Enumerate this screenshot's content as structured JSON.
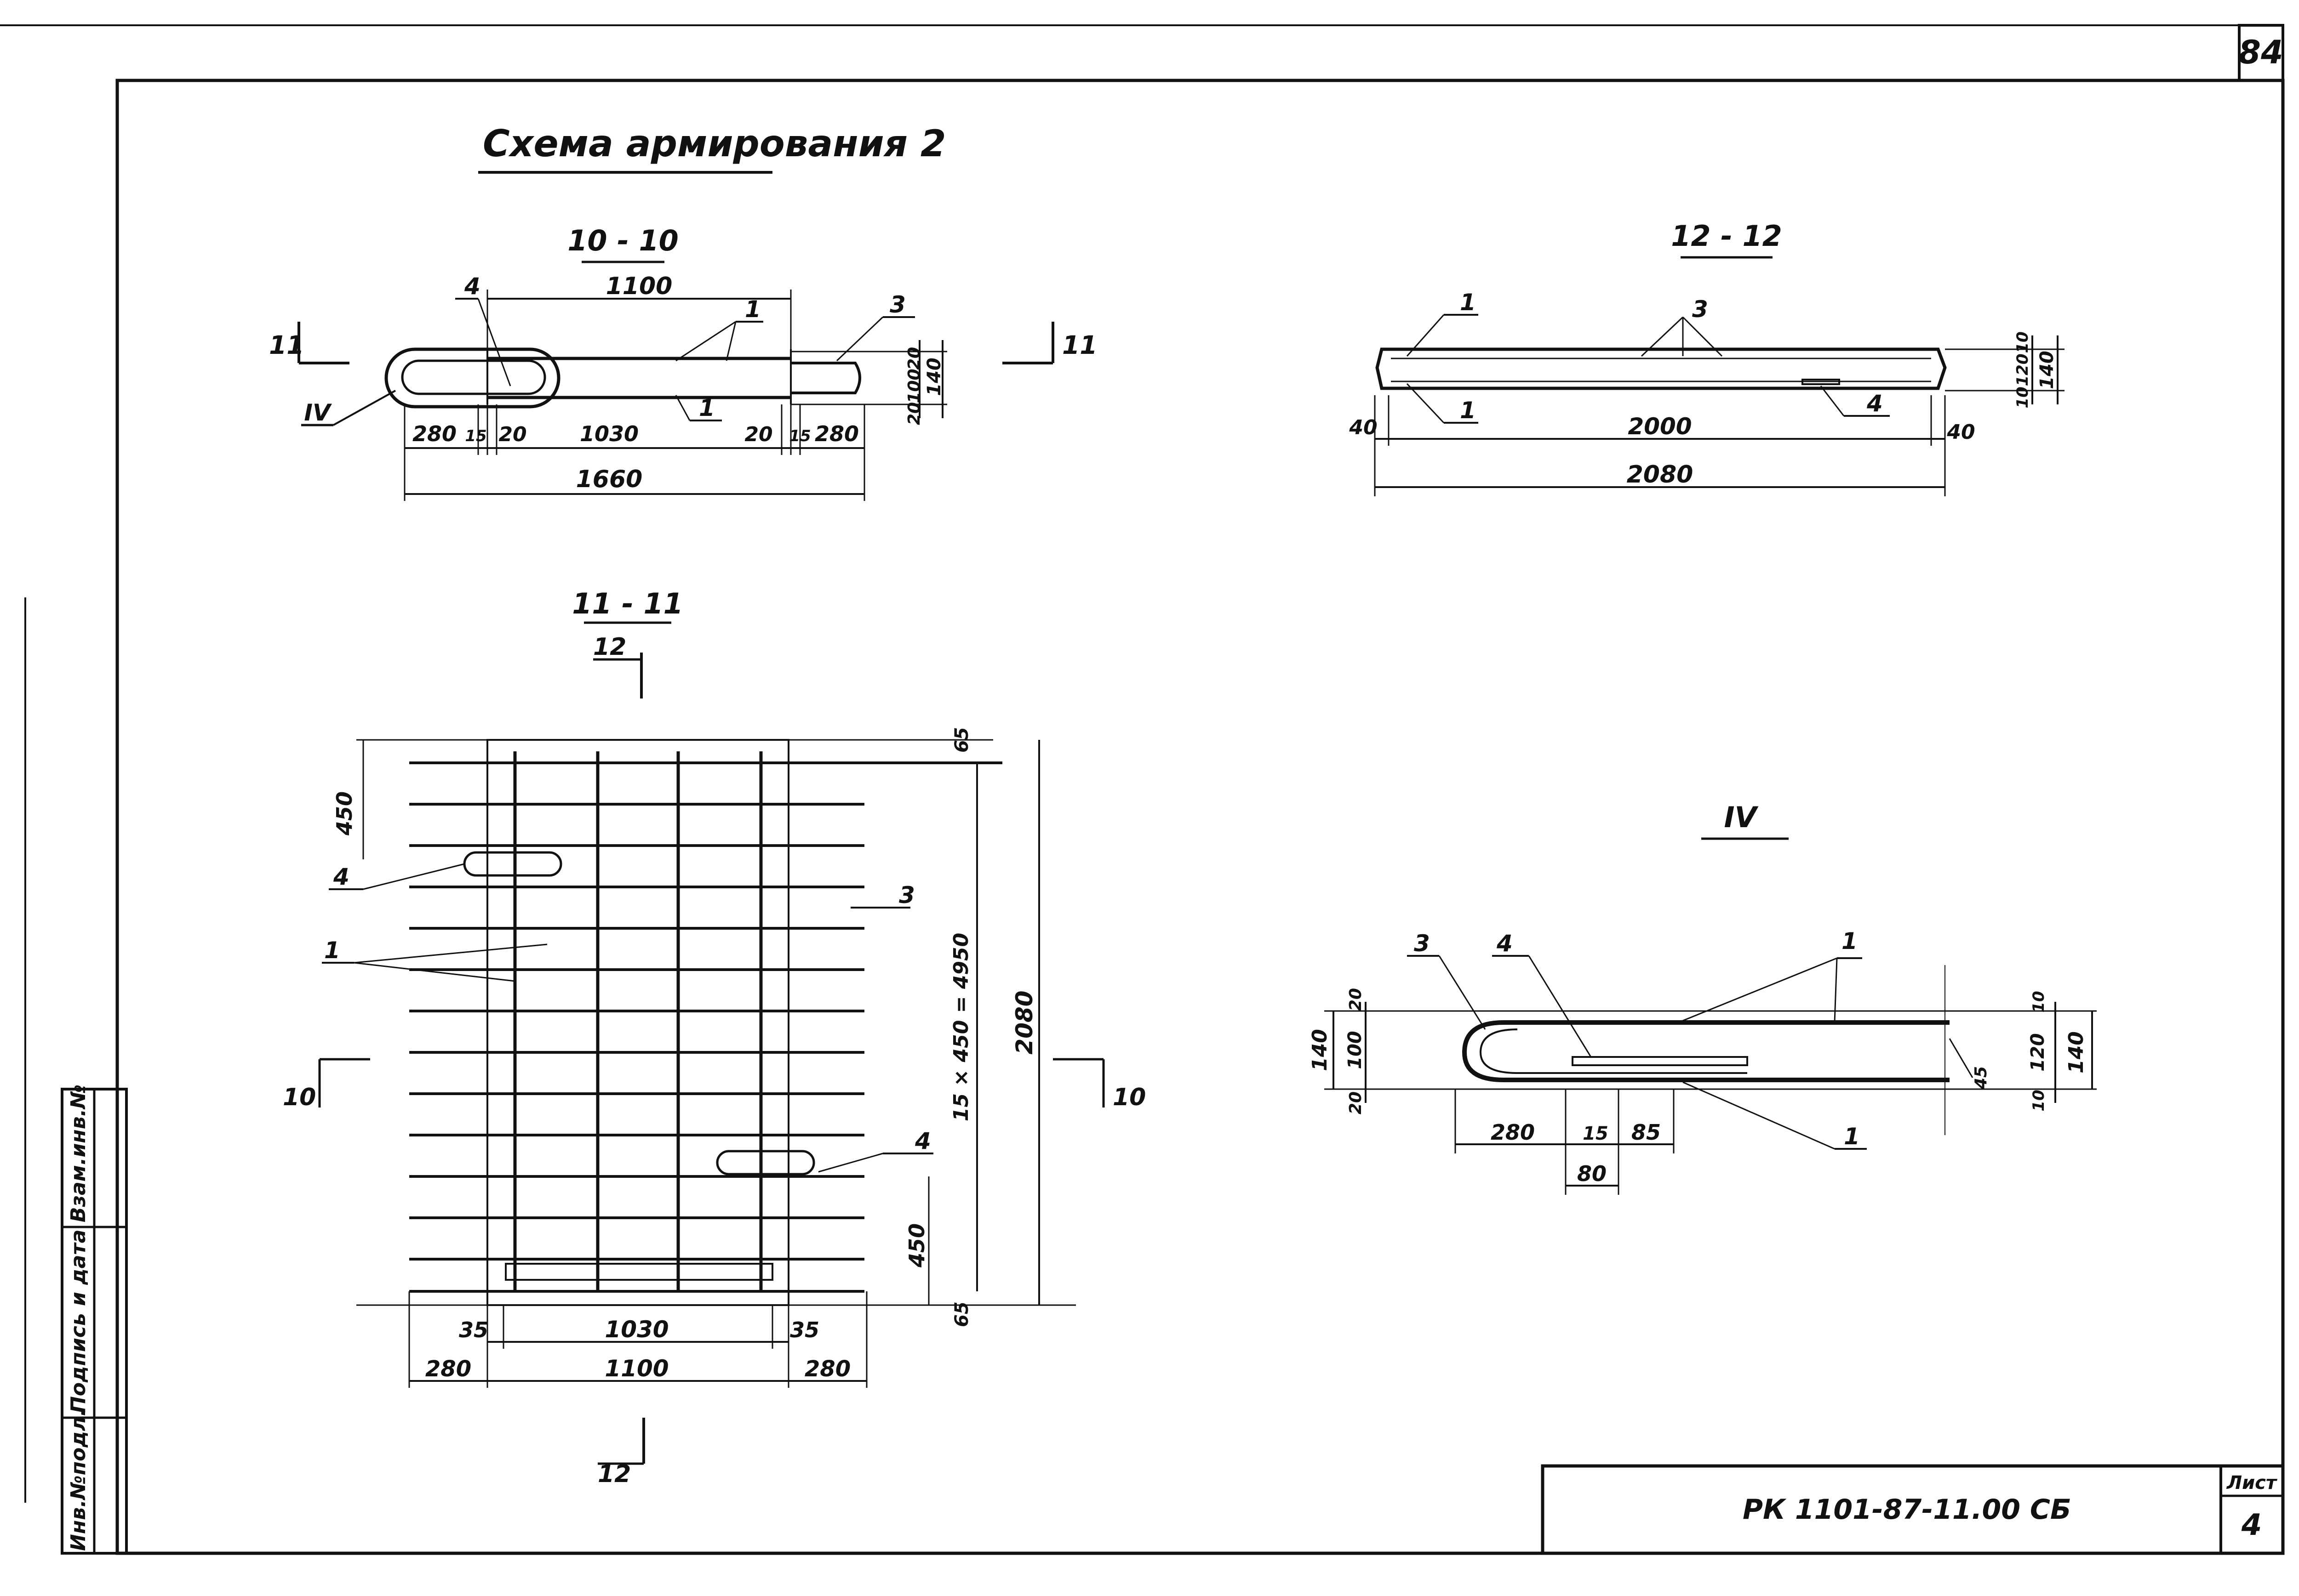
{
  "sheet": {
    "number": "84",
    "title": "Схема армирования 2",
    "document_code": "РК 1101-87-11.00 СБ",
    "sheet_label": "Лист",
    "sheet_value": "4",
    "side_stamp": {
      "inv_no": "Инв.№подл.",
      "signature_date": "Подпись и дата",
      "replaces_inv": "Взам.инв.№"
    }
  },
  "section_10": {
    "title": "10 - 10",
    "cut_mark": "11",
    "detail_ref": "IV",
    "dims": {
      "top": "1100",
      "bottom_parts": [
        "280",
        "15",
        "20",
        "1030",
        "20",
        "15",
        "280"
      ],
      "bottom_total": "1660",
      "right_small": [
        "20",
        "100",
        "20"
      ],
      "right_total": "140"
    },
    "callouts": [
      "4",
      "1",
      "3",
      "1"
    ]
  },
  "section_12": {
    "title": "12 - 12",
    "callouts": [
      "1",
      "3",
      "1",
      "4"
    ],
    "dims": {
      "left": "40",
      "middle": "2000",
      "right": "40",
      "total": "2080",
      "right_small": [
        "10",
        "120",
        "10"
      ],
      "right_total": "140"
    }
  },
  "section_11": {
    "title": "11 - 11",
    "cut_mark_top": "12",
    "cut_mark_bottom": "12",
    "cut_mark_side": "10",
    "callouts": [
      "4",
      "1",
      "3",
      "4"
    ],
    "dims": {
      "top_offset": "65",
      "bottom_offset": "65",
      "spacing_top": "450",
      "spacing_bottom": "450",
      "spacing_formula": "15 × 450 = 4950",
      "height": "2080",
      "bottom_row1": [
        "35",
        "1030",
        "35"
      ],
      "bottom_row2": [
        "280",
        "1100",
        "280"
      ]
    }
  },
  "detail_iv": {
    "title": "IV",
    "callouts": [
      "3",
      "4",
      "1",
      "1"
    ],
    "dims": {
      "left_total": "140",
      "left_parts": [
        "20",
        "100",
        "20"
      ],
      "right_total": "140",
      "right_parts": [
        "10",
        "120",
        "10"
      ],
      "angle": "45",
      "bottom": [
        "280",
        "15",
        "85"
      ],
      "bottom2": "80"
    }
  }
}
